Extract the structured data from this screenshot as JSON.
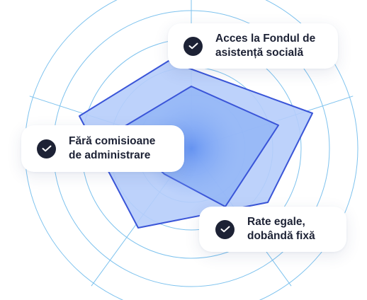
{
  "colors": {
    "ring": "#7dc2ee",
    "outer_fill": "#b6cdfb",
    "inner_fill": "#8eb2f6",
    "stroke": "#3a55d8",
    "badge": "#1d2235",
    "text": "#1d2235"
  },
  "cards": [
    {
      "line1": "Acces la Fondul de",
      "line2": "asistență socială",
      "icon": "check-icon"
    },
    {
      "line1": "Fără comisioane",
      "line2": "de administrare",
      "icon": "check-icon"
    },
    {
      "line1": "Rate egale,",
      "line2": "dobândă fixă",
      "icon": "check-icon"
    }
  ]
}
